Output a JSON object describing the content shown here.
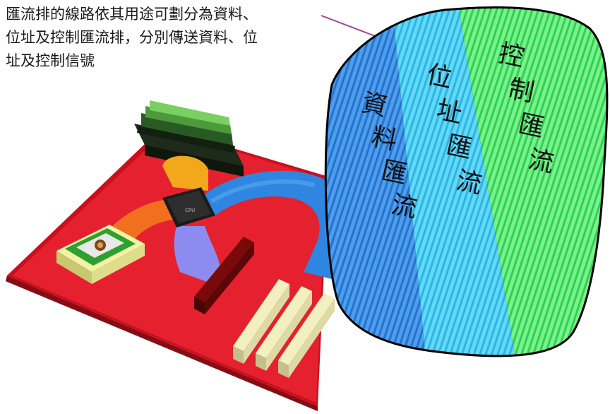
{
  "caption": {
    "line1": "匯流排的線路依其用途可劃分為資料、",
    "line2": "位址及控制匯流排，分別傳送資料、位",
    "line3": "址及控制信號"
  },
  "panel_labels": {
    "data_bus": "資料匯流",
    "address_bus": "位址匯流",
    "control_bus": "控制匯流"
  },
  "chip_label": "CPU",
  "colors": {
    "board": "#e5212f",
    "data_stripe": "#3b8fe0",
    "address_stripe": "#39c7ee",
    "control_stripe": "#2fd85a",
    "pointer_line": "#a0468e"
  }
}
